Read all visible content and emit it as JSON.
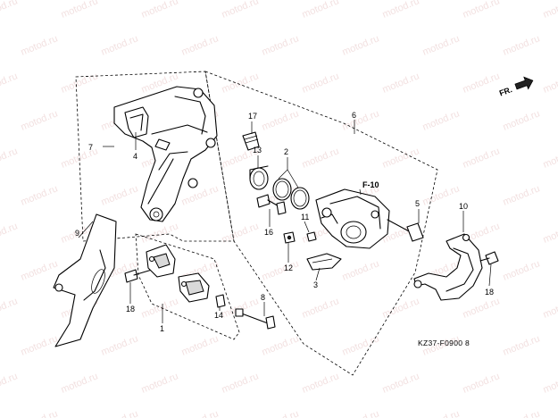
{
  "watermark": {
    "text": "motod.ru",
    "color": "#e8c8c8"
  },
  "diagram_code": "KZ37-F0900",
  "page_suffix": "8",
  "front_indicator": "FR.",
  "reference": "F-10",
  "callouts": [
    "1",
    "2",
    "3",
    "4",
    "5",
    "6",
    "7",
    "8",
    "9",
    "10",
    "11",
    "12",
    "13",
    "14",
    "16",
    "17",
    "18"
  ],
  "callout_18_second": "18"
}
